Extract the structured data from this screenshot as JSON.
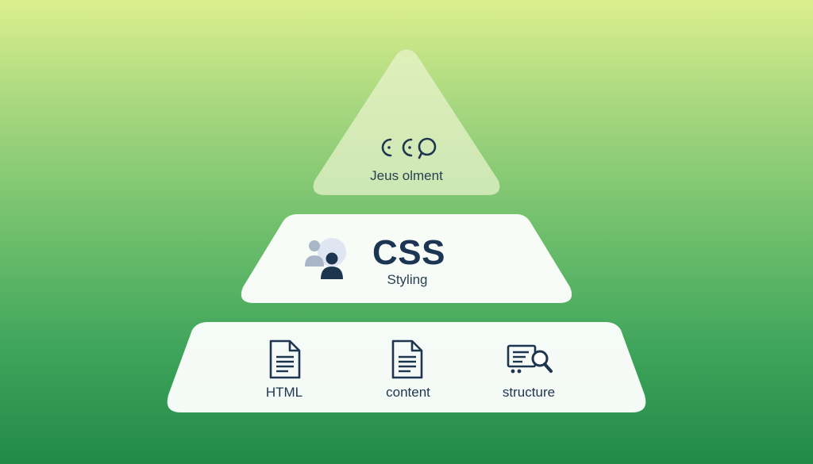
{
  "pyramid": {
    "top": {
      "subtitle": "Jeus olment",
      "icon": "eco-logo-icon"
    },
    "middle": {
      "title": "CSS",
      "subtitle": "Styling",
      "icon": "users-icon"
    },
    "bottom": {
      "items": [
        {
          "label": "HTML",
          "icon": "document-icon"
        },
        {
          "label": "content",
          "icon": "document-icon"
        },
        {
          "label": "structure",
          "icon": "search-list-icon"
        }
      ]
    }
  },
  "colors": {
    "text_primary": "#1b3552",
    "tier_fill": "#ffffff",
    "top_tier_fill": "#e8f3cf"
  }
}
